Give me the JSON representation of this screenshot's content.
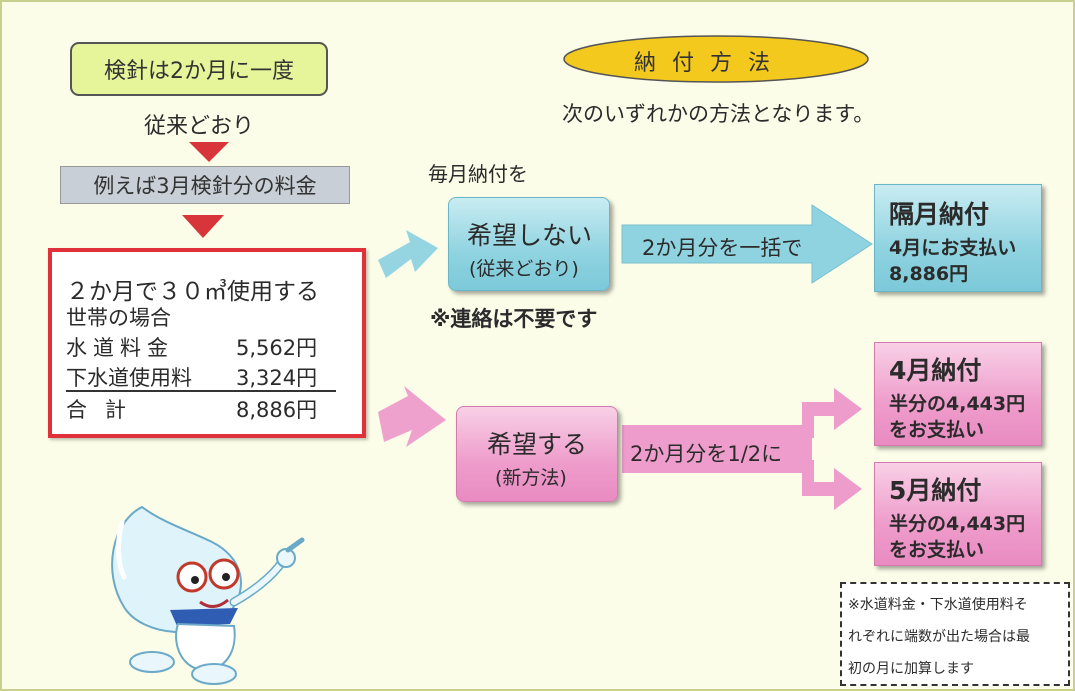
{
  "header": {
    "meter_reading": "検針は2か月に一度",
    "as_before": "従来どおり",
    "example_label": "例えば3月検針分の料金"
  },
  "payment": {
    "title": "納付方法",
    "subtitle": "次のいずれかの方法となります。",
    "monthly_prompt": "毎月納付を"
  },
  "example_box": {
    "line1": "２か月で３０㎥使用する",
    "line2": "世帯の場合",
    "rows": [
      {
        "label": "水道料金",
        "amount": "5,562円"
      },
      {
        "label": "下水道使用料",
        "amount": "3,324円"
      },
      {
        "label": "合計",
        "amount": "8,886円"
      }
    ]
  },
  "option_no": {
    "label": "希望しない",
    "sub": "(従来どおり)",
    "arrow_text": "2か月分を一括で",
    "note": "※連絡は不要です"
  },
  "option_yes": {
    "label": "希望する",
    "sub": "(新方法)",
    "arrow_text": "2か月分を1/2に"
  },
  "results": {
    "bimonthly": {
      "title": "隔月納付",
      "line1": "4月にお支払い",
      "line2": "8,886円"
    },
    "april": {
      "title": "4月納付",
      "line1": "半分の4,443円",
      "line2": "をお支払い"
    },
    "may": {
      "title": "5月納付",
      "line1": "半分の4,443円",
      "line2": "をお支払い"
    }
  },
  "footnote": {
    "line1": "※水道料金・下水道使用料そ",
    "line2": "れぞれに端数が出た場合は最",
    "line3": "初の月に加算します"
  },
  "colors": {
    "background": "#fbfde8",
    "accent_blue": "#8fd3e0",
    "accent_pink": "#ee9ccb",
    "title_oval": "#f3c91d",
    "red_frame": "#e0303a",
    "red_arrow": "#d8353a"
  }
}
